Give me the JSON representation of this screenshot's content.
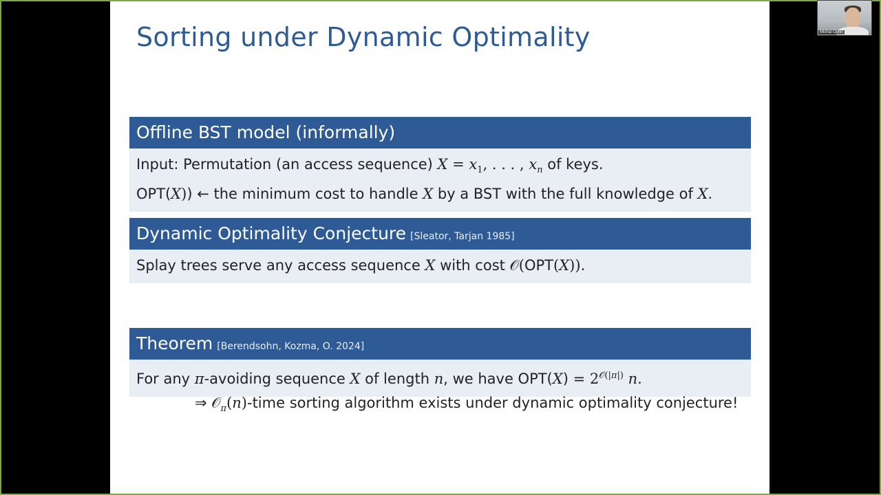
{
  "slide": {
    "title": "Sorting under Dynamic Optimality",
    "block1": {
      "heading": "Offline BST model (informally)",
      "line1_prefix": "Input: Permutation (an access sequence) ",
      "line1_suffix": " of keys.",
      "line2_prefix": "OPT(",
      "line2_mid": ") ← the minimum cost to handle ",
      "line2_mid2": " by a BST with the full knowledge of ",
      "line2_end": "."
    },
    "block2": {
      "heading": "Dynamic Optimality Conjecture",
      "reference": "[Sleator, Tarjan 1985]",
      "text_prefix": "Splay trees serve any access sequence ",
      "text_mid": " with cost ",
      "text_end": "."
    },
    "block3": {
      "heading": "Theorem",
      "reference": "[Berendsohn, Kozma, O. 2024]",
      "text_prefix": "For any ",
      "text_mid1": "-avoiding sequence ",
      "text_mid2": " of length ",
      "text_mid3": ", we have OPT(",
      "text_mid4": ") = ",
      "text_end": "."
    },
    "implication": {
      "prefix": "⇒ ",
      "suffix": "-time sorting algorithm exists under dynamic optimality conjecture!"
    }
  },
  "webcam": {
    "name": "Michal Opler"
  },
  "colors": {
    "accent": "#2e5a96",
    "block_bg": "#e9edf4",
    "frame": "#7aa84a"
  }
}
